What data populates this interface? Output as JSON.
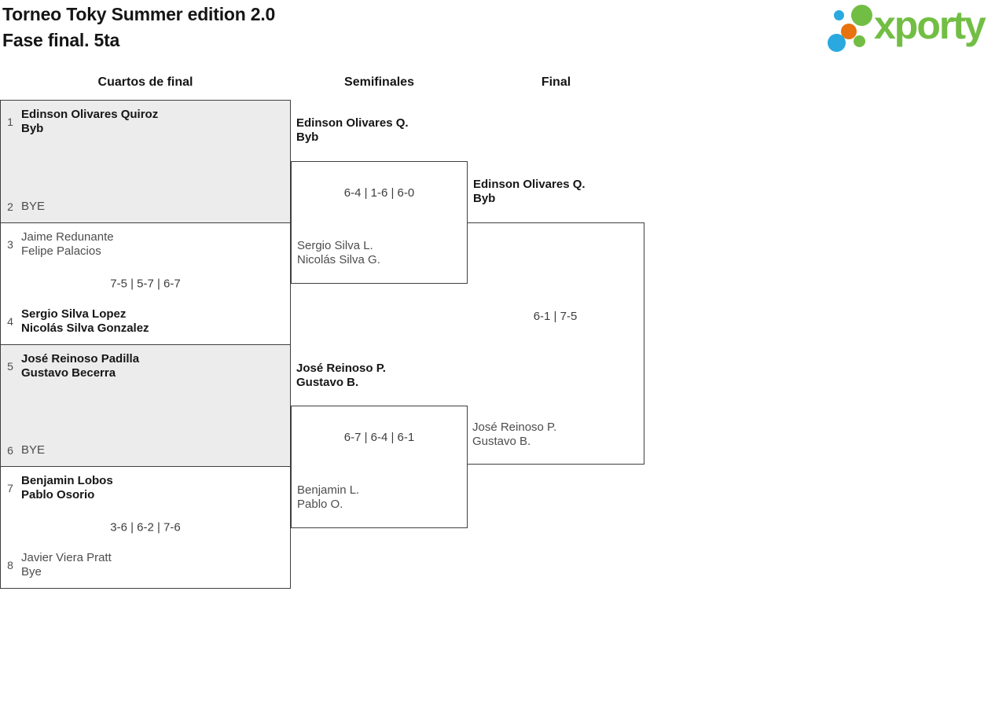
{
  "page": {
    "title_line1": "Torneo Toky Summer edition 2.0",
    "title_line2": "Fase final. 5ta"
  },
  "logo": {
    "text": "xporty",
    "colors": {
      "green": "#72be44",
      "blue": "#29a9e0",
      "orange": "#e87210"
    }
  },
  "round_labels": {
    "quarterfinals": "Cuartos de final",
    "semifinals": "Semifinales",
    "final": "Final"
  },
  "colors": {
    "border": "#3f3f3f",
    "shaded_match_bg": "#ececec",
    "winner_text": "#161616",
    "loser_text": "#4d4d4d"
  },
  "quarterfinals": [
    {
      "seed_top": "1",
      "top": [
        "Edinson Olivares Quiroz",
        "Byb"
      ],
      "seed_bottom": "2",
      "bottom": [
        "BYE"
      ],
      "score": "",
      "winner": "top",
      "shaded": true
    },
    {
      "seed_top": "3",
      "top": [
        "Jaime Redunante",
        "Felipe Palacios"
      ],
      "seed_bottom": "4",
      "bottom": [
        "Sergio Silva Lopez",
        "Nicolás Silva Gonzalez"
      ],
      "score": "7-5 | 5-7 | 6-7",
      "winner": "bottom",
      "shaded": false
    },
    {
      "seed_top": "5",
      "top": [
        "José Reinoso Padilla",
        "Gustavo Becerra"
      ],
      "seed_bottom": "6",
      "bottom": [
        "BYE"
      ],
      "score": "",
      "winner": "top",
      "shaded": true
    },
    {
      "seed_top": "7",
      "top": [
        "Benjamin Lobos",
        "Pablo Osorio"
      ],
      "seed_bottom": "8",
      "bottom": [
        "Javier Viera Pratt",
        "Bye"
      ],
      "score": "3-6 | 6-2 | 7-6",
      "winner": "top",
      "shaded": false
    }
  ],
  "semifinals": [
    {
      "top": [
        "Edinson Olivares Q.",
        "Byb"
      ],
      "score": "6-4 | 1-6 | 6-0",
      "bottom": [
        "Sergio Silva L.",
        "Nicolás Silva G."
      ],
      "winner": "top"
    },
    {
      "top": [
        "José Reinoso P.",
        "Gustavo B."
      ],
      "score": "6-7 | 6-4 | 6-1",
      "bottom": [
        "Benjamin L.",
        "Pablo O."
      ],
      "winner": "top"
    }
  ],
  "final": {
    "top": [
      "Edinson Olivares Q.",
      "Byb"
    ],
    "score": "6-1 | 7-5",
    "bottom": [
      "José Reinoso P.",
      "Gustavo B."
    ],
    "winner": "top"
  }
}
